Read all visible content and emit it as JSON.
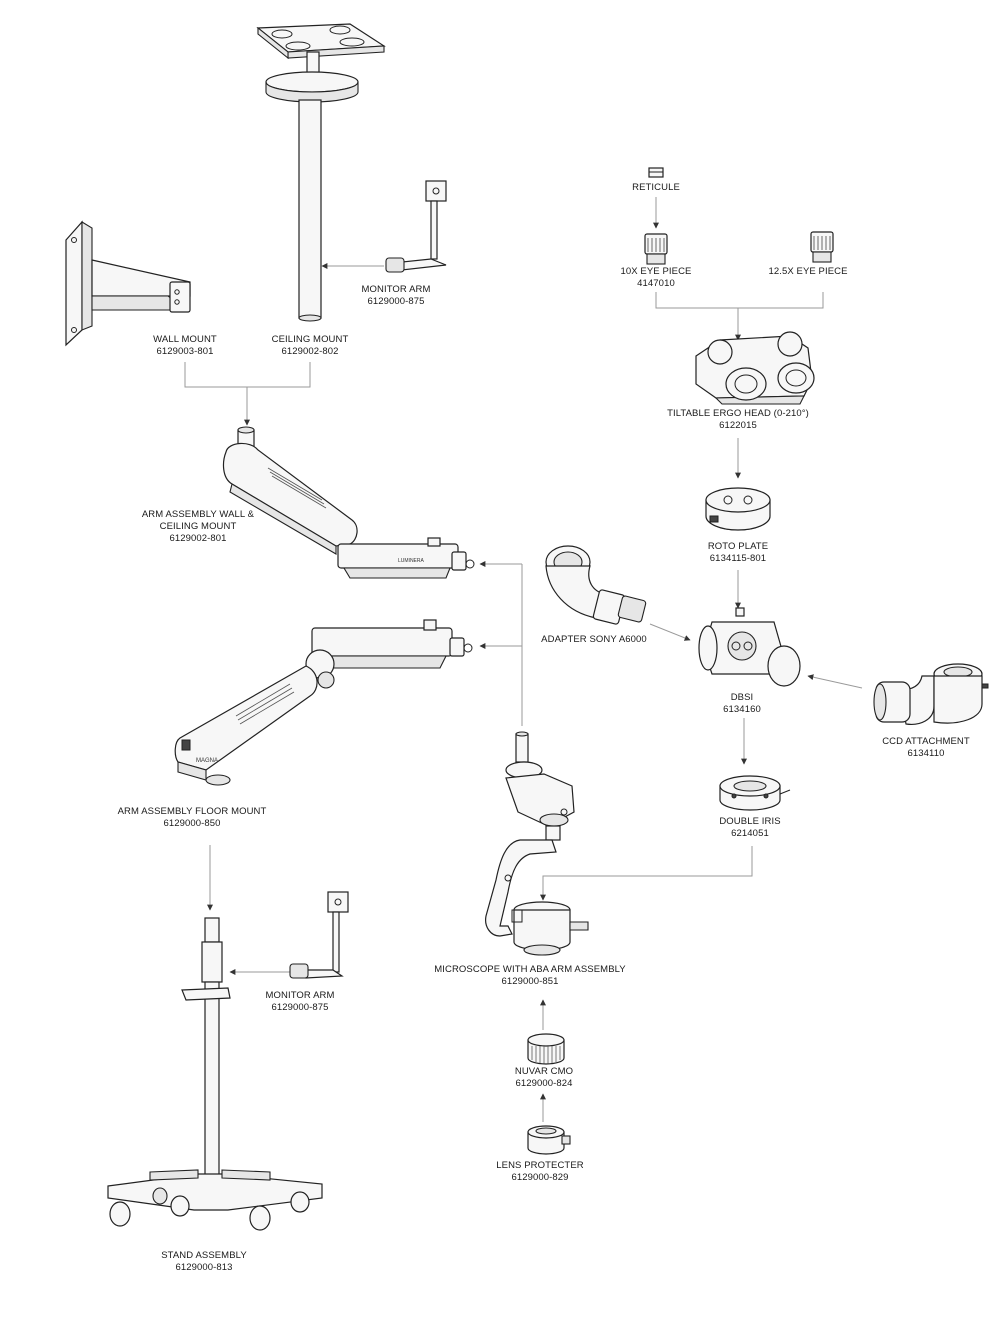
{
  "diagram": {
    "components": [
      {
        "id": "wall_mount",
        "name": "WALL MOUNT",
        "part": "6129003-801"
      },
      {
        "id": "ceiling_mount",
        "name": "CEILING MOUNT",
        "part": "6129002-802"
      },
      {
        "id": "monitor_arm_top",
        "name": "MONITOR ARM",
        "part": "6129000-875"
      },
      {
        "id": "arm_wall_ceiling",
        "name_line1": "ARM ASSEMBLY WALL &",
        "name_line2": "CEILING MOUNT",
        "part": "6129002-801"
      },
      {
        "id": "arm_floor",
        "name": "ARM ASSEMBLY FLOOR MOUNT",
        "part": "6129000-850"
      },
      {
        "id": "monitor_arm_bottom",
        "name": "MONITOR ARM",
        "part": "6129000-875"
      },
      {
        "id": "stand",
        "name": "STAND ASSEMBLY",
        "part": "6129000-813"
      },
      {
        "id": "reticule",
        "name": "RETICULE"
      },
      {
        "id": "eyepiece_10x",
        "name": "10X EYE PIECE",
        "part": "4147010"
      },
      {
        "id": "eyepiece_12x",
        "name": "12.5X EYE PIECE"
      },
      {
        "id": "ergo_head",
        "name": "TILTABLE ERGO HEAD (0-210°)",
        "part": "6122015"
      },
      {
        "id": "roto_plate",
        "name": "ROTO PLATE",
        "part": "6134115-801"
      },
      {
        "id": "adapter_sony",
        "name": "ADAPTER SONY A6000"
      },
      {
        "id": "dbsi",
        "name": "DBSI",
        "part": "6134160"
      },
      {
        "id": "ccd",
        "name": "CCD ATTACHMENT",
        "part": "6134110"
      },
      {
        "id": "double_iris",
        "name": "DOUBLE IRIS",
        "part": "6214051"
      },
      {
        "id": "microscope",
        "name": "MICROSCOPE WITH ABA ARM ASSEMBLY",
        "part": "6129000-851"
      },
      {
        "id": "nuvar_cmo",
        "name": "NUVAR CMO",
        "part": "6129000-824"
      },
      {
        "id": "lens_protecter",
        "name": "LENS PROTECTER",
        "part": "6129000-829"
      }
    ],
    "brand_marks": {
      "arm_logo": "LUMINERA",
      "floor_logo": "MAGNA"
    }
  }
}
